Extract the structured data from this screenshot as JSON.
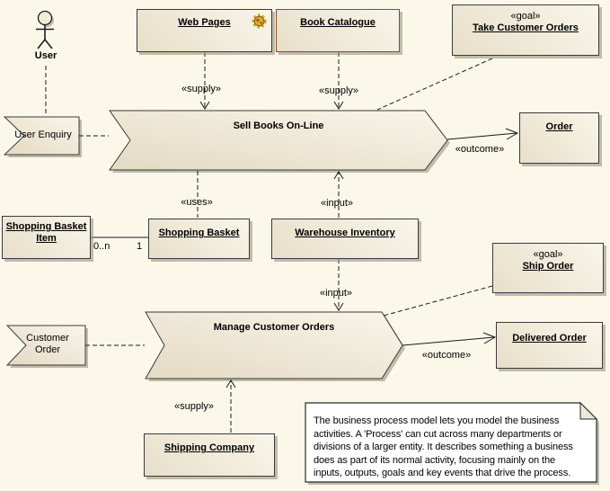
{
  "colors": {
    "background": "#fbf8ea",
    "shape_fill_dark": "#e7dfc9",
    "shape_fill_light": "#f9f5e9",
    "border": "#3a3a3a",
    "book_catalogue_border": "#96491f",
    "shadow": "#a09b87",
    "note_fill": "#ffffff",
    "gear_gold": "#d9a528"
  },
  "actor": {
    "label": "User"
  },
  "nodes": {
    "web_pages": {
      "label": "Web Pages"
    },
    "book_catalogue": {
      "label": "Book Catalogue"
    },
    "take_customer_orders": {
      "stereotype": "«goal»",
      "label": "Take Customer Orders"
    },
    "user_enquiry": {
      "label": "User Enquiry"
    },
    "sell_books": {
      "label": "Sell Books On-Line"
    },
    "order": {
      "label": "Order"
    },
    "shopping_basket_item": {
      "label": "Shopping Basket Item"
    },
    "shopping_basket": {
      "label": "Shopping Basket"
    },
    "warehouse_inventory": {
      "label": "Warehouse Inventory"
    },
    "ship_order": {
      "stereotype": "«goal»",
      "label": "Ship Order"
    },
    "customer_order": {
      "label": "Customer Order"
    },
    "manage_customer_orders": {
      "label": "Manage Customer Orders"
    },
    "delivered_order": {
      "label": "Delivered Order"
    },
    "shipping_company": {
      "label": "Shipping Company"
    },
    "note": {
      "text": "The business process model lets you model the business activities. A 'Process' can cut across many departments or divisions of a larger entity. It describes something a business does as part of its normal activity, focusing mainly on the inputs, outputs, goals and key events that drive the process."
    }
  },
  "connector_labels": {
    "supply_web": "«supply»",
    "supply_catalogue": "«supply»",
    "outcome_order": "«outcome»",
    "uses": "«uses»",
    "input_sell": "«input»",
    "input_manage": "«input»",
    "outcome_delivered": "«outcome»",
    "supply_shipping": "«supply»"
  },
  "multiplicities": {
    "basket_item_end": "0..n",
    "basket_end": "1"
  }
}
